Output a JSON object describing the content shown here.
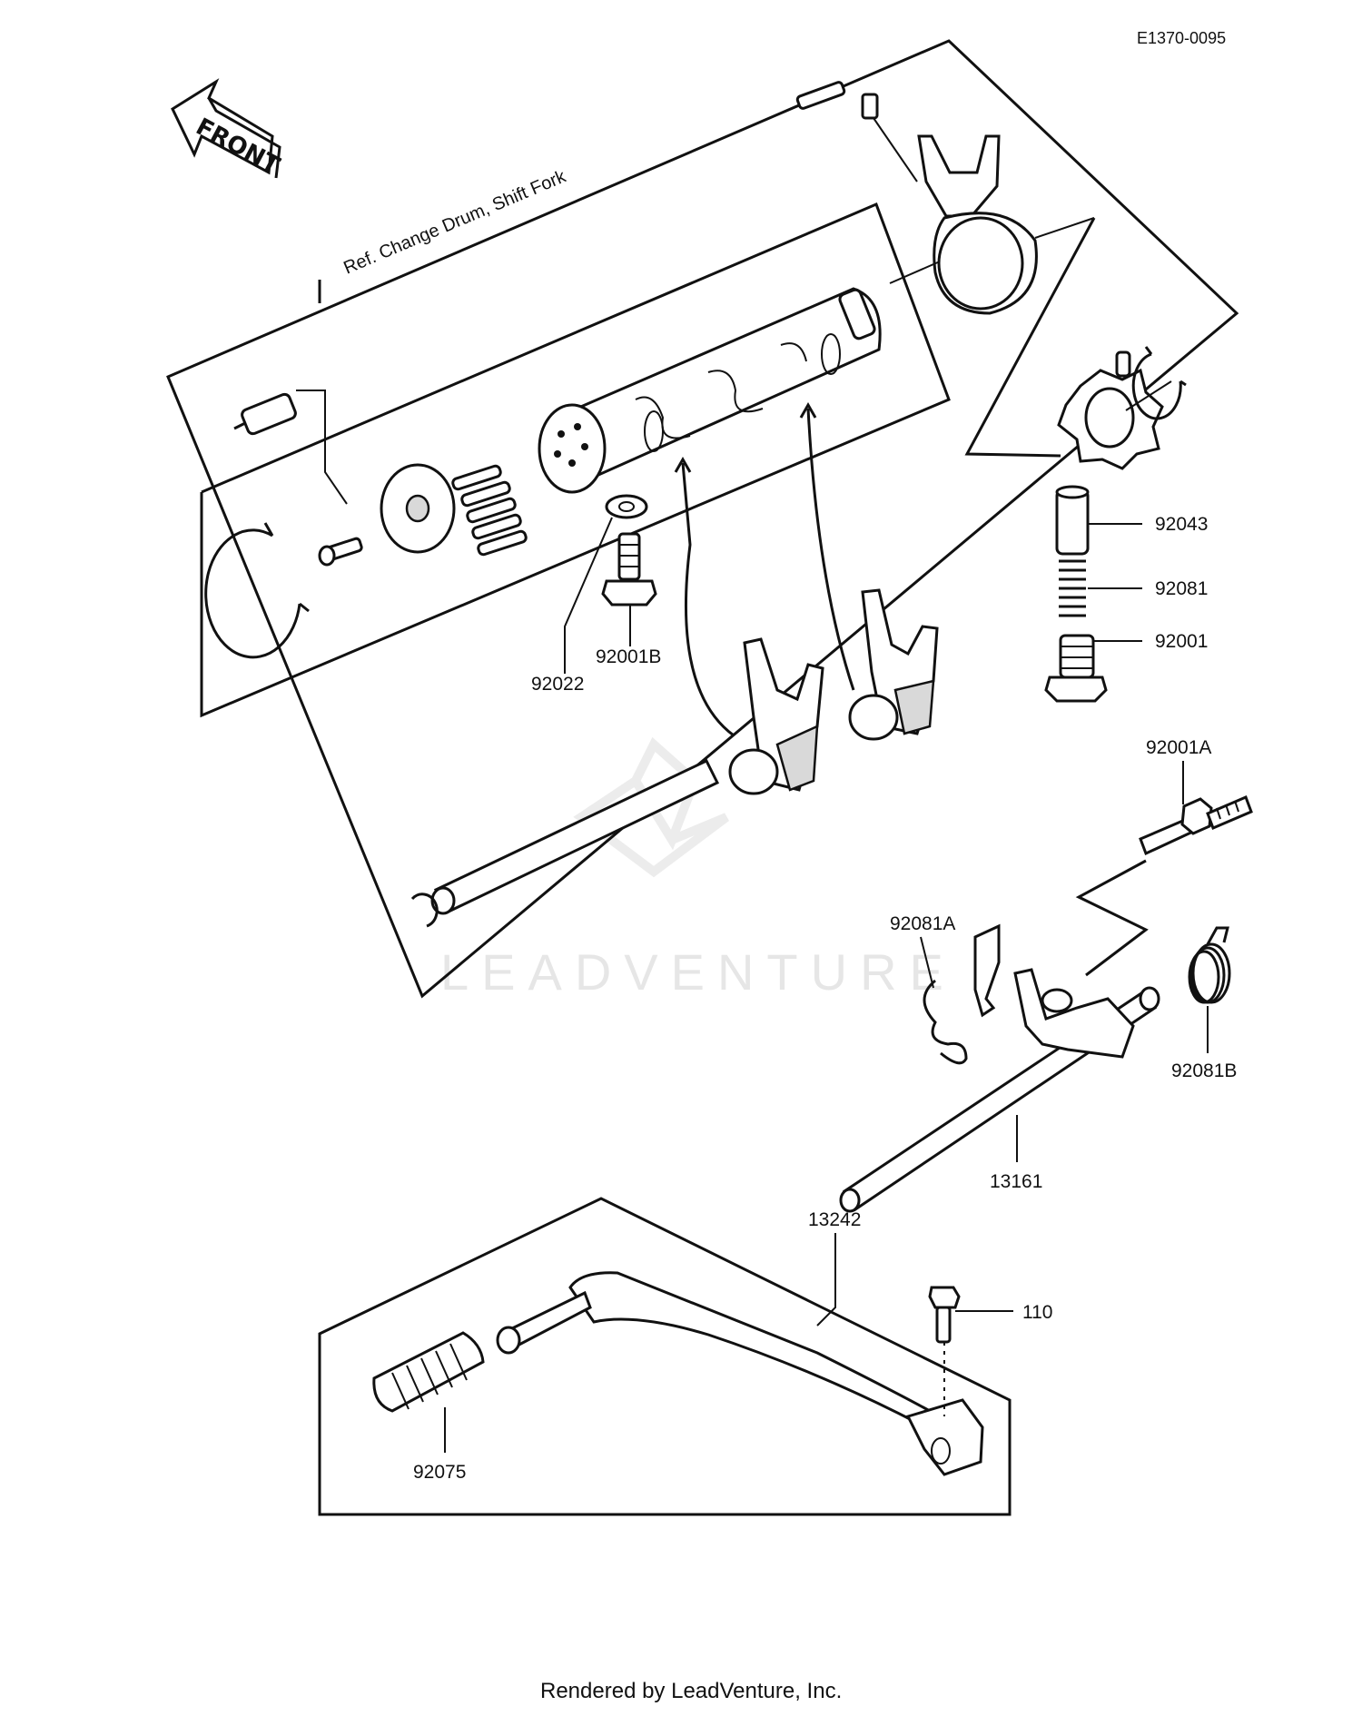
{
  "diagram": {
    "code": "E1370-0095",
    "front_label": "FRONT",
    "reference_note": "Ref.  Change Drum, Shift Fork",
    "footer": "Rendered by LeadVenture, Inc.",
    "watermark": "LEADVENTURE",
    "part_labels": {
      "p92043": "92043",
      "p92081": "92081",
      "p92001": "92001",
      "p92022": "92022",
      "p92001B": "92001B",
      "p92001A": "92001A",
      "p92081A": "92081A",
      "p92081B": "92081B",
      "p13161": "13161",
      "p13242": "13242",
      "p110": "110",
      "p92075": "92075"
    }
  }
}
